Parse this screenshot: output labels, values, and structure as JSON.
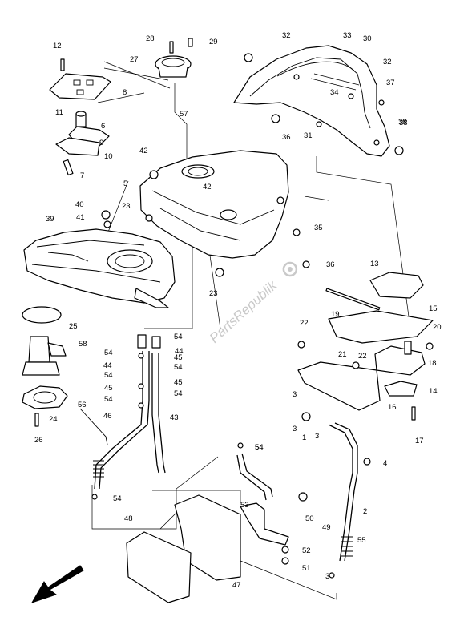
{
  "callouts": [
    "1",
    "2",
    "3",
    "4",
    "5",
    "6",
    "7",
    "8",
    "9",
    "10",
    "11",
    "12",
    "13",
    "14",
    "15",
    "16",
    "17",
    "18",
    "19",
    "20",
    "21",
    "22",
    "23",
    "24",
    "25",
    "26",
    "27",
    "28",
    "29",
    "30",
    "31",
    "32",
    "33",
    "34",
    "35",
    "36",
    "37",
    "38",
    "39",
    "40",
    "41",
    "42",
    "43",
    "44",
    "45",
    "46",
    "47",
    "48",
    "49",
    "50",
    "51",
    "52",
    "53",
    "54",
    "55",
    "56",
    "57",
    "58"
  ],
  "watermark": "PartsRepublik",
  "icons": {
    "direction": "front-direction-arrow-icon",
    "watermark_logo": "gear-logo-icon"
  }
}
